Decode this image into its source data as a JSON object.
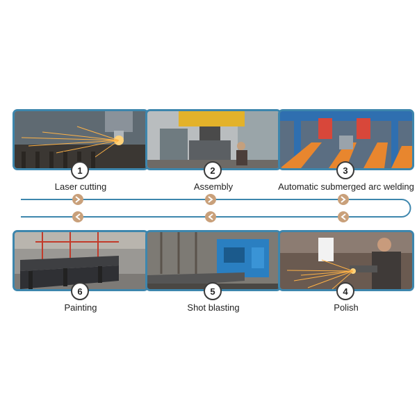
{
  "steps": [
    {
      "num": "1",
      "label": "Laser cutting"
    },
    {
      "num": "2",
      "label": "Assembly"
    },
    {
      "num": "3",
      "label": "Automatic submerged arc welding"
    },
    {
      "num": "4",
      "label": "Polish"
    },
    {
      "num": "5",
      "label": "Shot blasting"
    },
    {
      "num": "6",
      "label": "Painting"
    }
  ],
  "colors": {
    "frame": "#3d86ad",
    "line": "#3d86ad",
    "arrow": "#c9a07a"
  }
}
